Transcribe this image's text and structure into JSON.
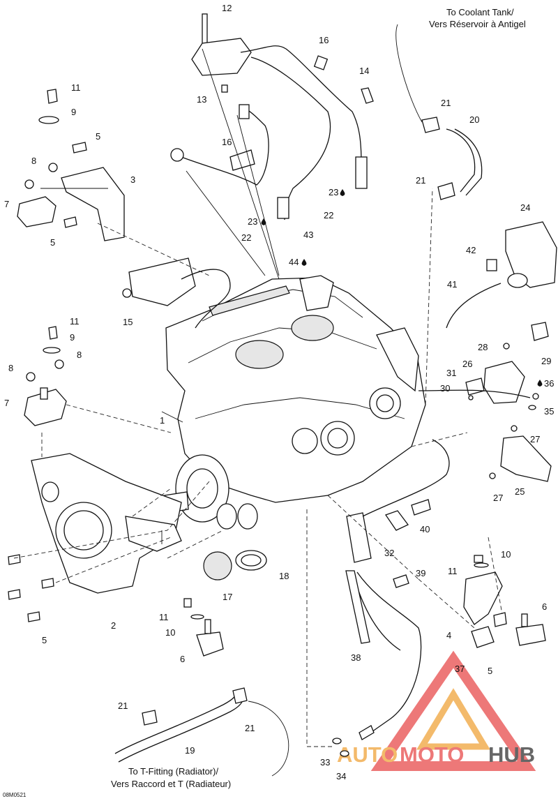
{
  "notes": {
    "coolant_tank_en": "To Coolant Tank/",
    "coolant_tank_fr": "Vers Réservoir à Antigel",
    "t_fitting_en": "To T-Fitting (Radiator)/",
    "t_fitting_fr": "Vers Raccord et T (Radiateur)"
  },
  "drawing_code": "08M0521",
  "watermark": {
    "auto": "AUTO",
    "moto": "MOTO",
    "hub": "HUB",
    "color_a": "#e84b4b",
    "color_b": "#f0a33a"
  },
  "callouts": [
    "12",
    "16",
    "14",
    "13",
    "11",
    "9",
    "5",
    "3",
    "8",
    "7",
    "5",
    "16",
    "21",
    "20",
    "21",
    "23",
    "22",
    "23",
    "22",
    "43",
    "44",
    "42",
    "41",
    "24",
    "15",
    "11",
    "9",
    "8",
    "8",
    "7",
    "1",
    "28",
    "29",
    "26",
    "31",
    "36",
    "30",
    "35",
    "27",
    "25",
    "27",
    "40",
    "32",
    "11",
    "10",
    "39",
    "6",
    "4",
    "37",
    "5",
    "2",
    "17",
    "18",
    "11",
    "10",
    "6",
    "38",
    "21",
    "21",
    "19",
    "33",
    "34",
    "5"
  ]
}
